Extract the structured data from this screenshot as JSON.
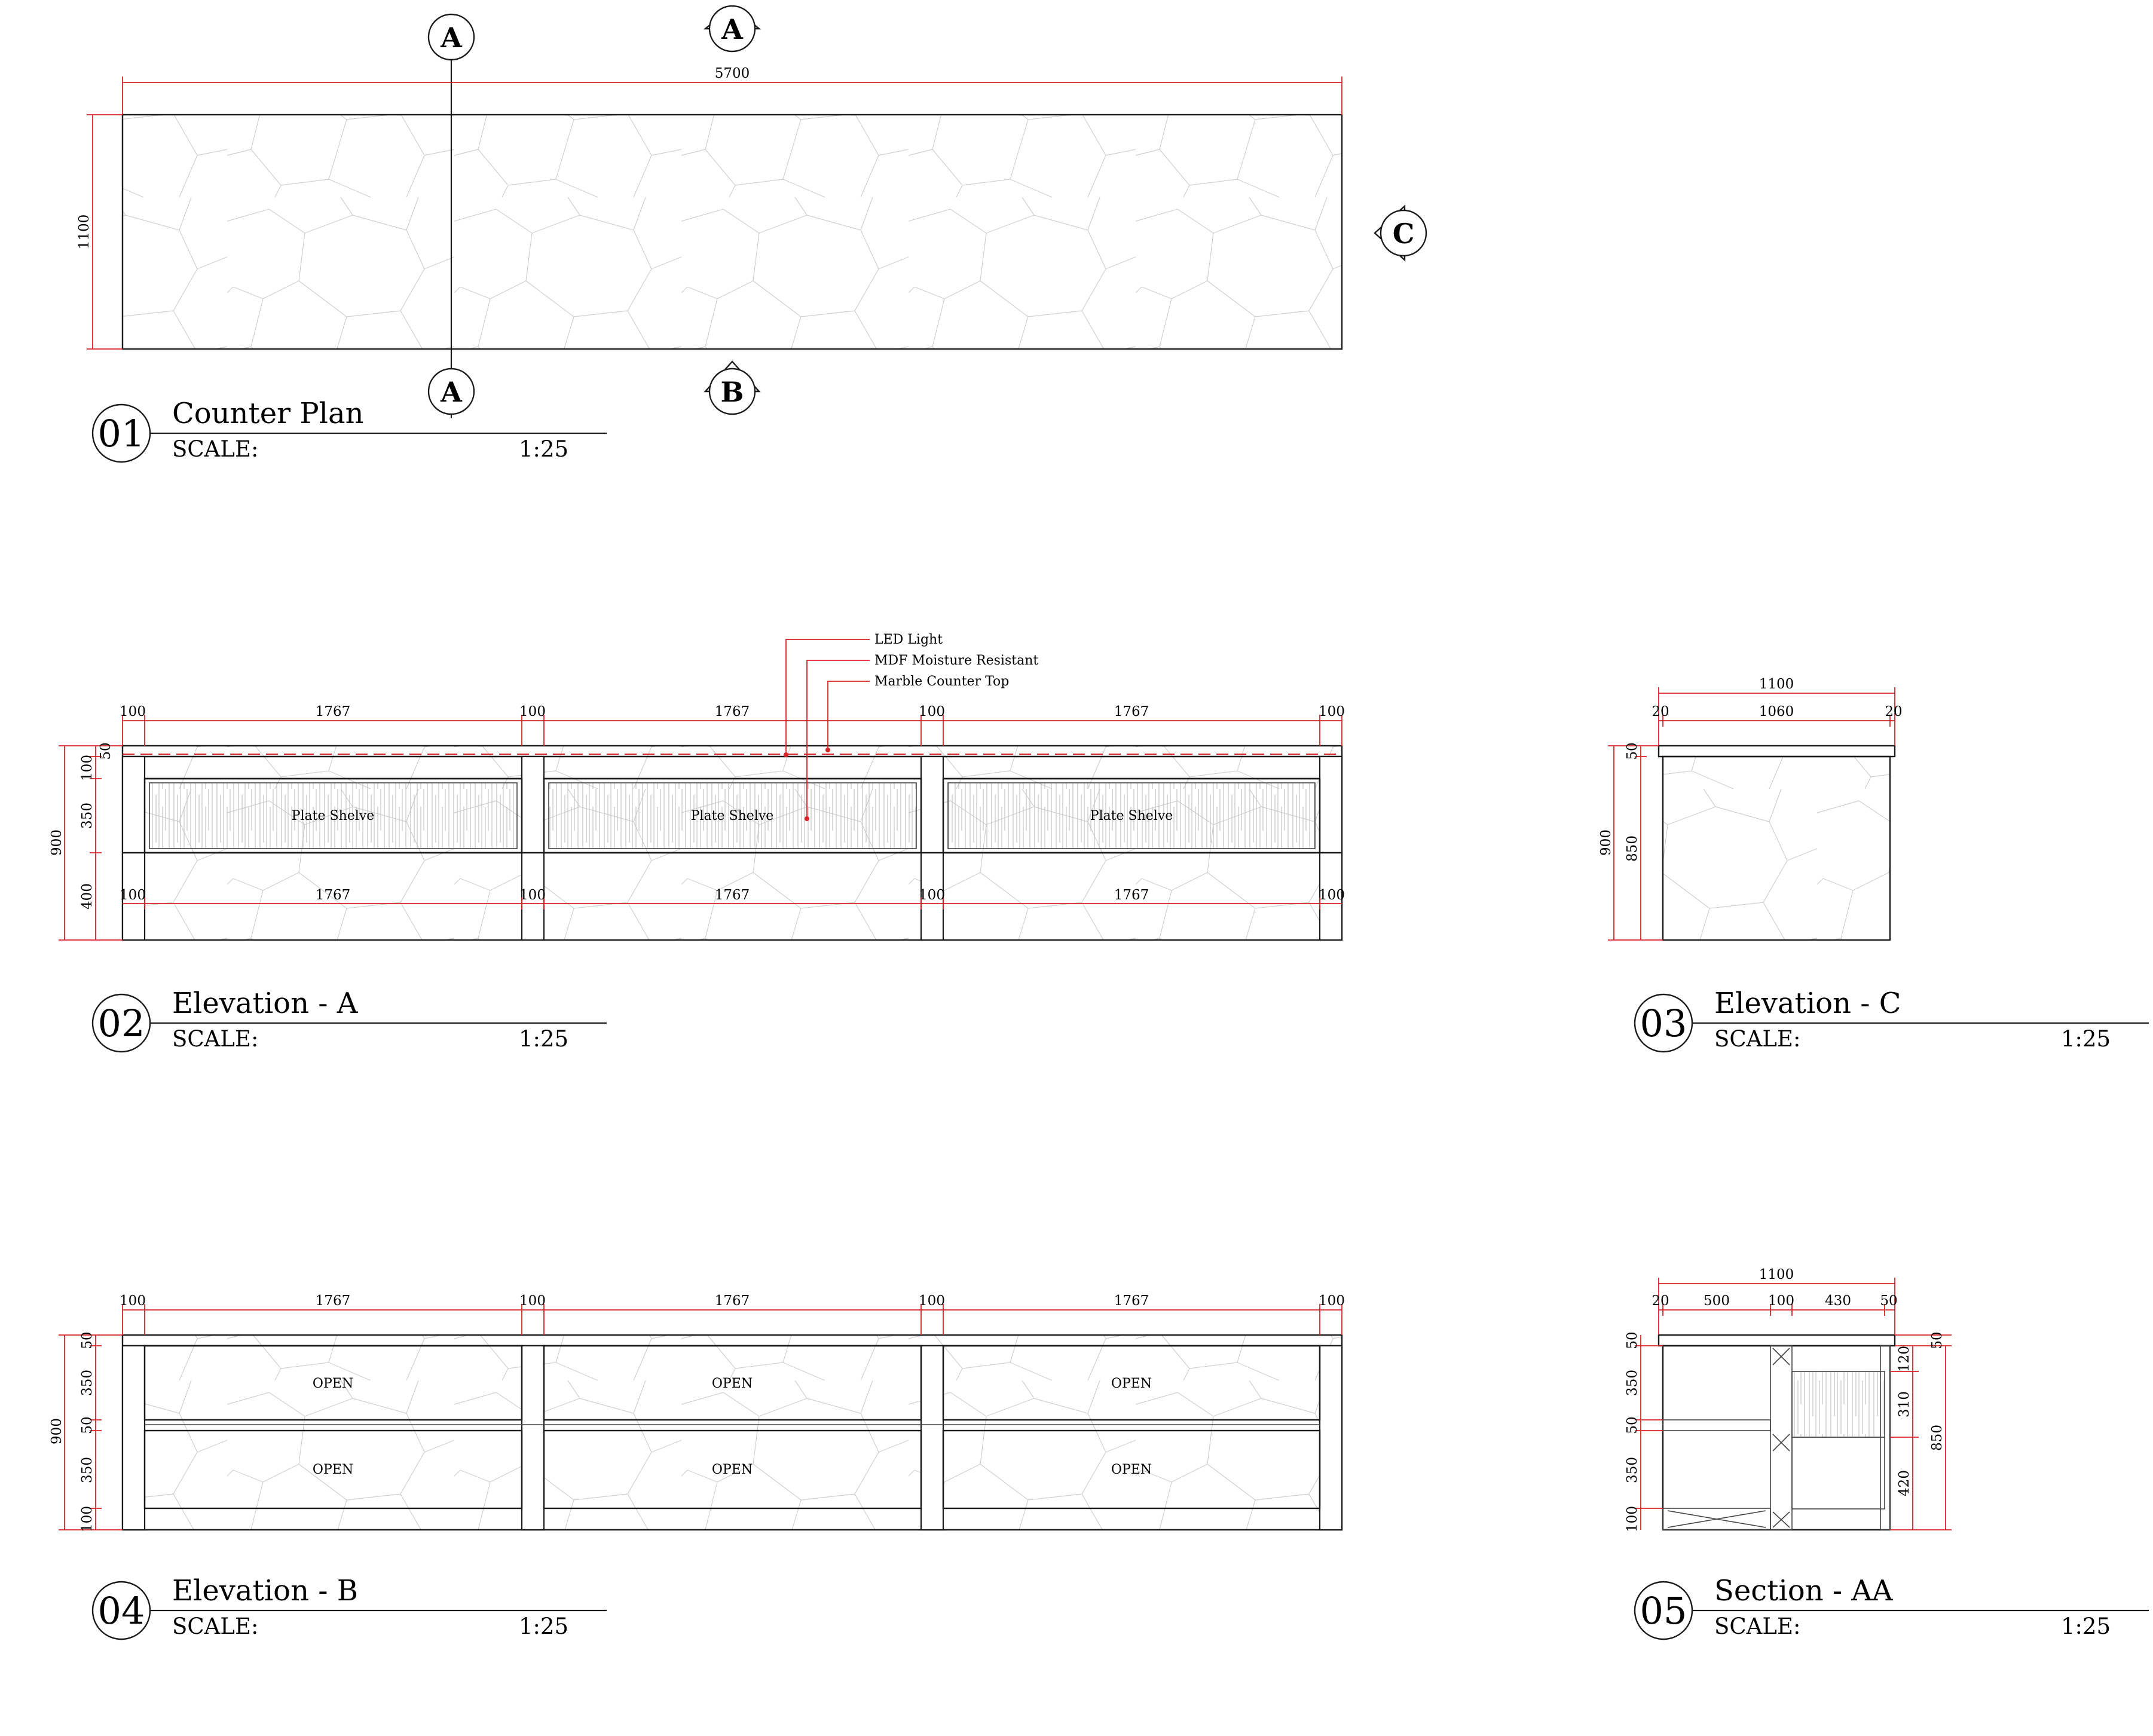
{
  "plan": {
    "overall_length": "5700",
    "overall_depth": "1100",
    "section_markers": [
      "A",
      "A",
      "A",
      "B",
      "C"
    ]
  },
  "views": [
    {
      "number": "01",
      "title": "Counter Plan",
      "scale_label": "SCALE:",
      "scale": "1:25"
    },
    {
      "number": "02",
      "title": "Elevation - A",
      "scale_label": "SCALE:",
      "scale": "1:25"
    },
    {
      "number": "03",
      "title": "Elevation - C",
      "scale_label": "SCALE:",
      "scale": "1:25"
    },
    {
      "number": "04",
      "title": "Elevation - B",
      "scale_label": "SCALE:",
      "scale": "1:25"
    },
    {
      "number": "05",
      "title": "Section - AA",
      "scale_label": "SCALE:",
      "scale": "1:25"
    }
  ],
  "elevation_a": {
    "notes": [
      "LED Light",
      "MDF Moisture Resistant",
      "Marble Counter Top"
    ],
    "bay_widths": [
      "100",
      "1767",
      "100",
      "1767",
      "100",
      "1767",
      "100"
    ],
    "shelf_label": "Plate Shelve",
    "heights": {
      "total": "900",
      "top": "50",
      "band": "100",
      "shelf": "350",
      "base": "400"
    }
  },
  "elevation_c": {
    "overall": "1100",
    "parts": [
      "20",
      "1060",
      "20"
    ],
    "heights": {
      "total": "900",
      "top": "50",
      "body": "850"
    }
  },
  "elevation_b": {
    "bay_widths": [
      "100",
      "1767",
      "100",
      "1767",
      "100",
      "1767",
      "100"
    ],
    "open_label": "OPEN",
    "heights": {
      "total": "900",
      "top": "50",
      "upper": "350",
      "mid": "50",
      "lower": "350",
      "base": "100"
    }
  },
  "section_aa": {
    "overall": "1100",
    "parts": [
      "20",
      "500",
      "100",
      "430",
      "50"
    ],
    "left_heights": [
      "50",
      "350",
      "50",
      "350",
      "100"
    ],
    "right_heights": [
      "120",
      "310",
      "420"
    ],
    "right_total": "850",
    "top": "50"
  },
  "colors": {
    "dimension": "#d8232a",
    "linework": "#1a1a1a",
    "texture": "#cfcfcf"
  }
}
